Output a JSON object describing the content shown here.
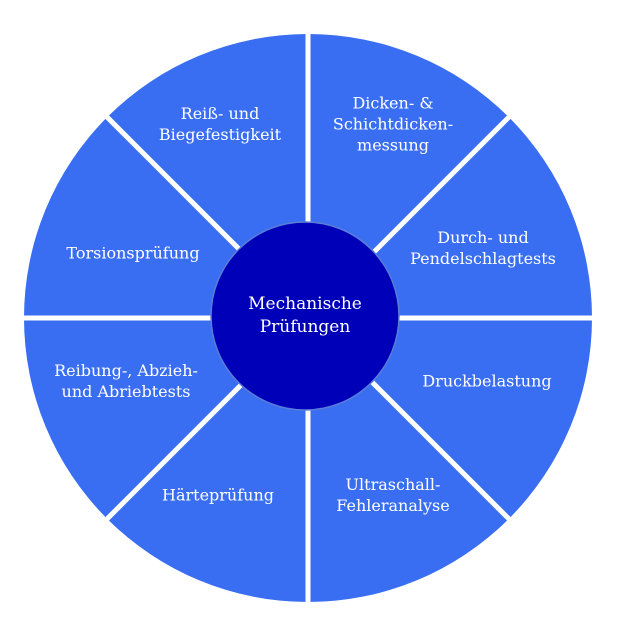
{
  "diagram": {
    "center_label": "Mechanische\nPrüfungen",
    "segments": [
      {
        "label": "Dicken- &\nSchichtdicken-\nmessung"
      },
      {
        "label": "Durch- und\nPendelschlagtests"
      },
      {
        "label": "Druckbelastung"
      },
      {
        "label": "Ultraschall-\nFehleranalyse"
      },
      {
        "label": "Härteprüfung"
      },
      {
        "label": "Reibung-, Abzieh-\nund Abriebtests"
      },
      {
        "label": "Torsionsprüfung"
      },
      {
        "label": "Reiß- und\nBiegefestigkeit"
      }
    ],
    "colors": {
      "segment_fill": "#3a6ef2",
      "divider": "#ffffff",
      "hub_fill": "#0000b8",
      "hub_stroke": "#5a7ed8",
      "text": "#ffffff"
    }
  }
}
